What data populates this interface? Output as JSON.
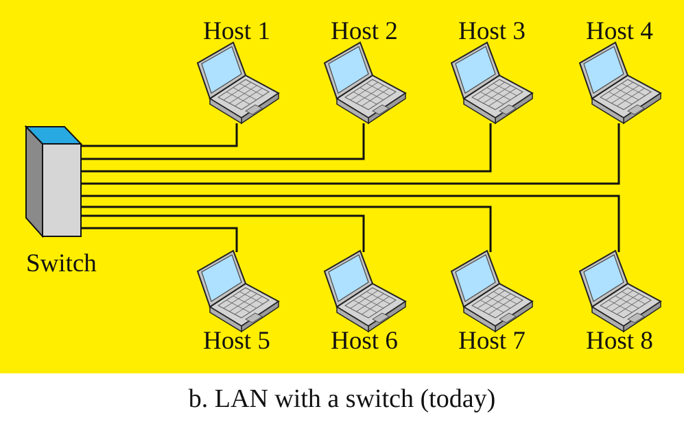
{
  "switch": {
    "label": "Switch"
  },
  "hosts": [
    {
      "label": "Host 1"
    },
    {
      "label": "Host 2"
    },
    {
      "label": "Host 3"
    },
    {
      "label": "Host 4"
    },
    {
      "label": "Host 5"
    },
    {
      "label": "Host 6"
    },
    {
      "label": "Host 7"
    },
    {
      "label": "Host 8"
    }
  ],
  "caption": "b. LAN with a switch (today)",
  "colors": {
    "background": "#ffee00",
    "cable": "#111111",
    "switch_top": "#29a9e1",
    "switch_front": "#d6d6d6",
    "switch_side": "#8a8a8a",
    "laptop_body": "#c8c8c8",
    "laptop_screen": "#aee0ff"
  }
}
